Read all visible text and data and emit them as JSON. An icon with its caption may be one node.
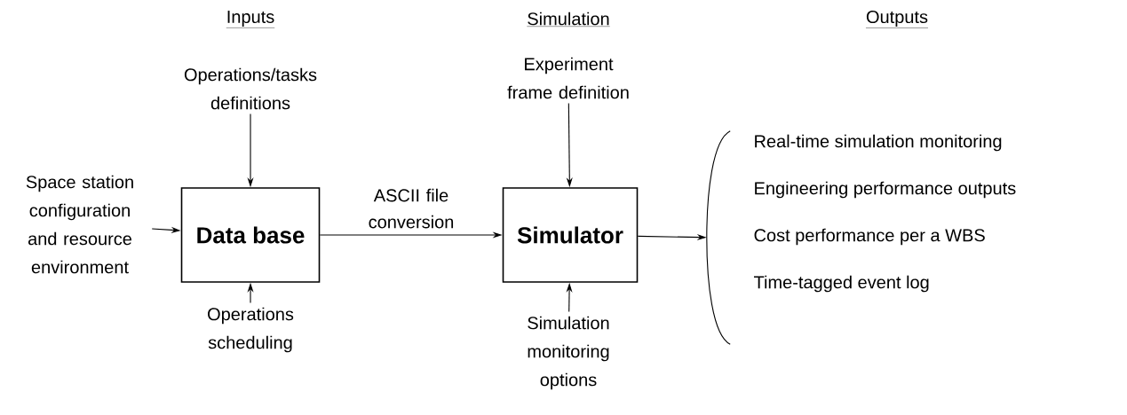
{
  "diagram": {
    "nodes": [
      {
        "text": [
          "Space station configuration and resource environment"
        ]
      },
      {
        "text": [
          "Operations/tasks definitions"
        ]
      },
      {
        "text": [
          "Data base"
        ]
      },
      {
        "text": [
          "Operations scheduling"
        ]
      },
      {
        "text": [
          "Experiment frame definition"
        ]
      },
      {
        "text": [
          "Simulator"
        ]
      },
      {
        "text": [
          "Simulation monitoring options"
        ]
      },
      {
        "text": [],
        "shape": "brace"
      }
    ],
    "edges": [
      {
        "from": 0,
        "to": 2,
        "arrow": "to"
      },
      {
        "from": 1,
        "to": 2,
        "arrow": "to"
      },
      {
        "from": 3,
        "to": 2,
        "arrow": "to"
      },
      {
        "from": 2,
        "to": 5,
        "arrow": "to",
        "label": "ASCII file conversion"
      },
      {
        "from": 4,
        "to": 5,
        "arrow": "to"
      },
      {
        "from": 6,
        "to": 5,
        "arrow": "to"
      },
      {
        "from": 5,
        "to": 7,
        "arrow": "to"
      }
    ],
    "labels": [
      "Inputs",
      "Simulation",
      "Outputs",
      "Real-time simulation monitoring",
      "Engineering performance outputs",
      "Cost performance per a WBS",
      "Time-tagged event log"
    ]
  }
}
